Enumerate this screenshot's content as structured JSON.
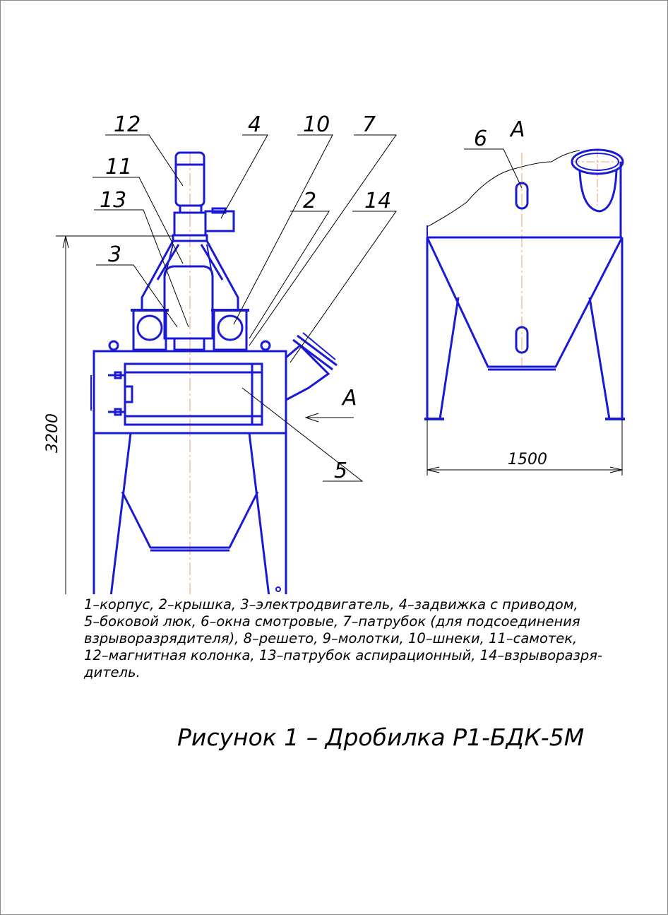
{
  "drawing": {
    "callouts": [
      "12",
      "4",
      "10",
      "7",
      "11",
      "2",
      "14",
      "13",
      "3",
      "5",
      "6"
    ],
    "view_label": "А",
    "arrow_label": "А",
    "dimensions": {
      "height": "3200",
      "front_width": "1500",
      "side_width": "1500"
    }
  },
  "legend": {
    "lines": [
      "1–корпус, 2–крышка, 3–электродвигатель, 4–задвижка с приводом,",
      "5–боковой люк, 6–окна смотровые, 7–патрубок (для подсоединения",
      "взрыворазрядителя), 8–решето, 9–молотки, 10–шнеки, 11–самотек,",
      "12–магнитная колонка, 13–патрубок аспирационный, 14–взрыворазря-",
      "дитель."
    ]
  },
  "caption": "Рисунок 1 – Дробилка Р1-БДК-5М",
  "colors": {
    "outline": "#1a1ad4",
    "axis": "#e8a070",
    "leader": "#000000",
    "border": "#8a8a8a"
  }
}
